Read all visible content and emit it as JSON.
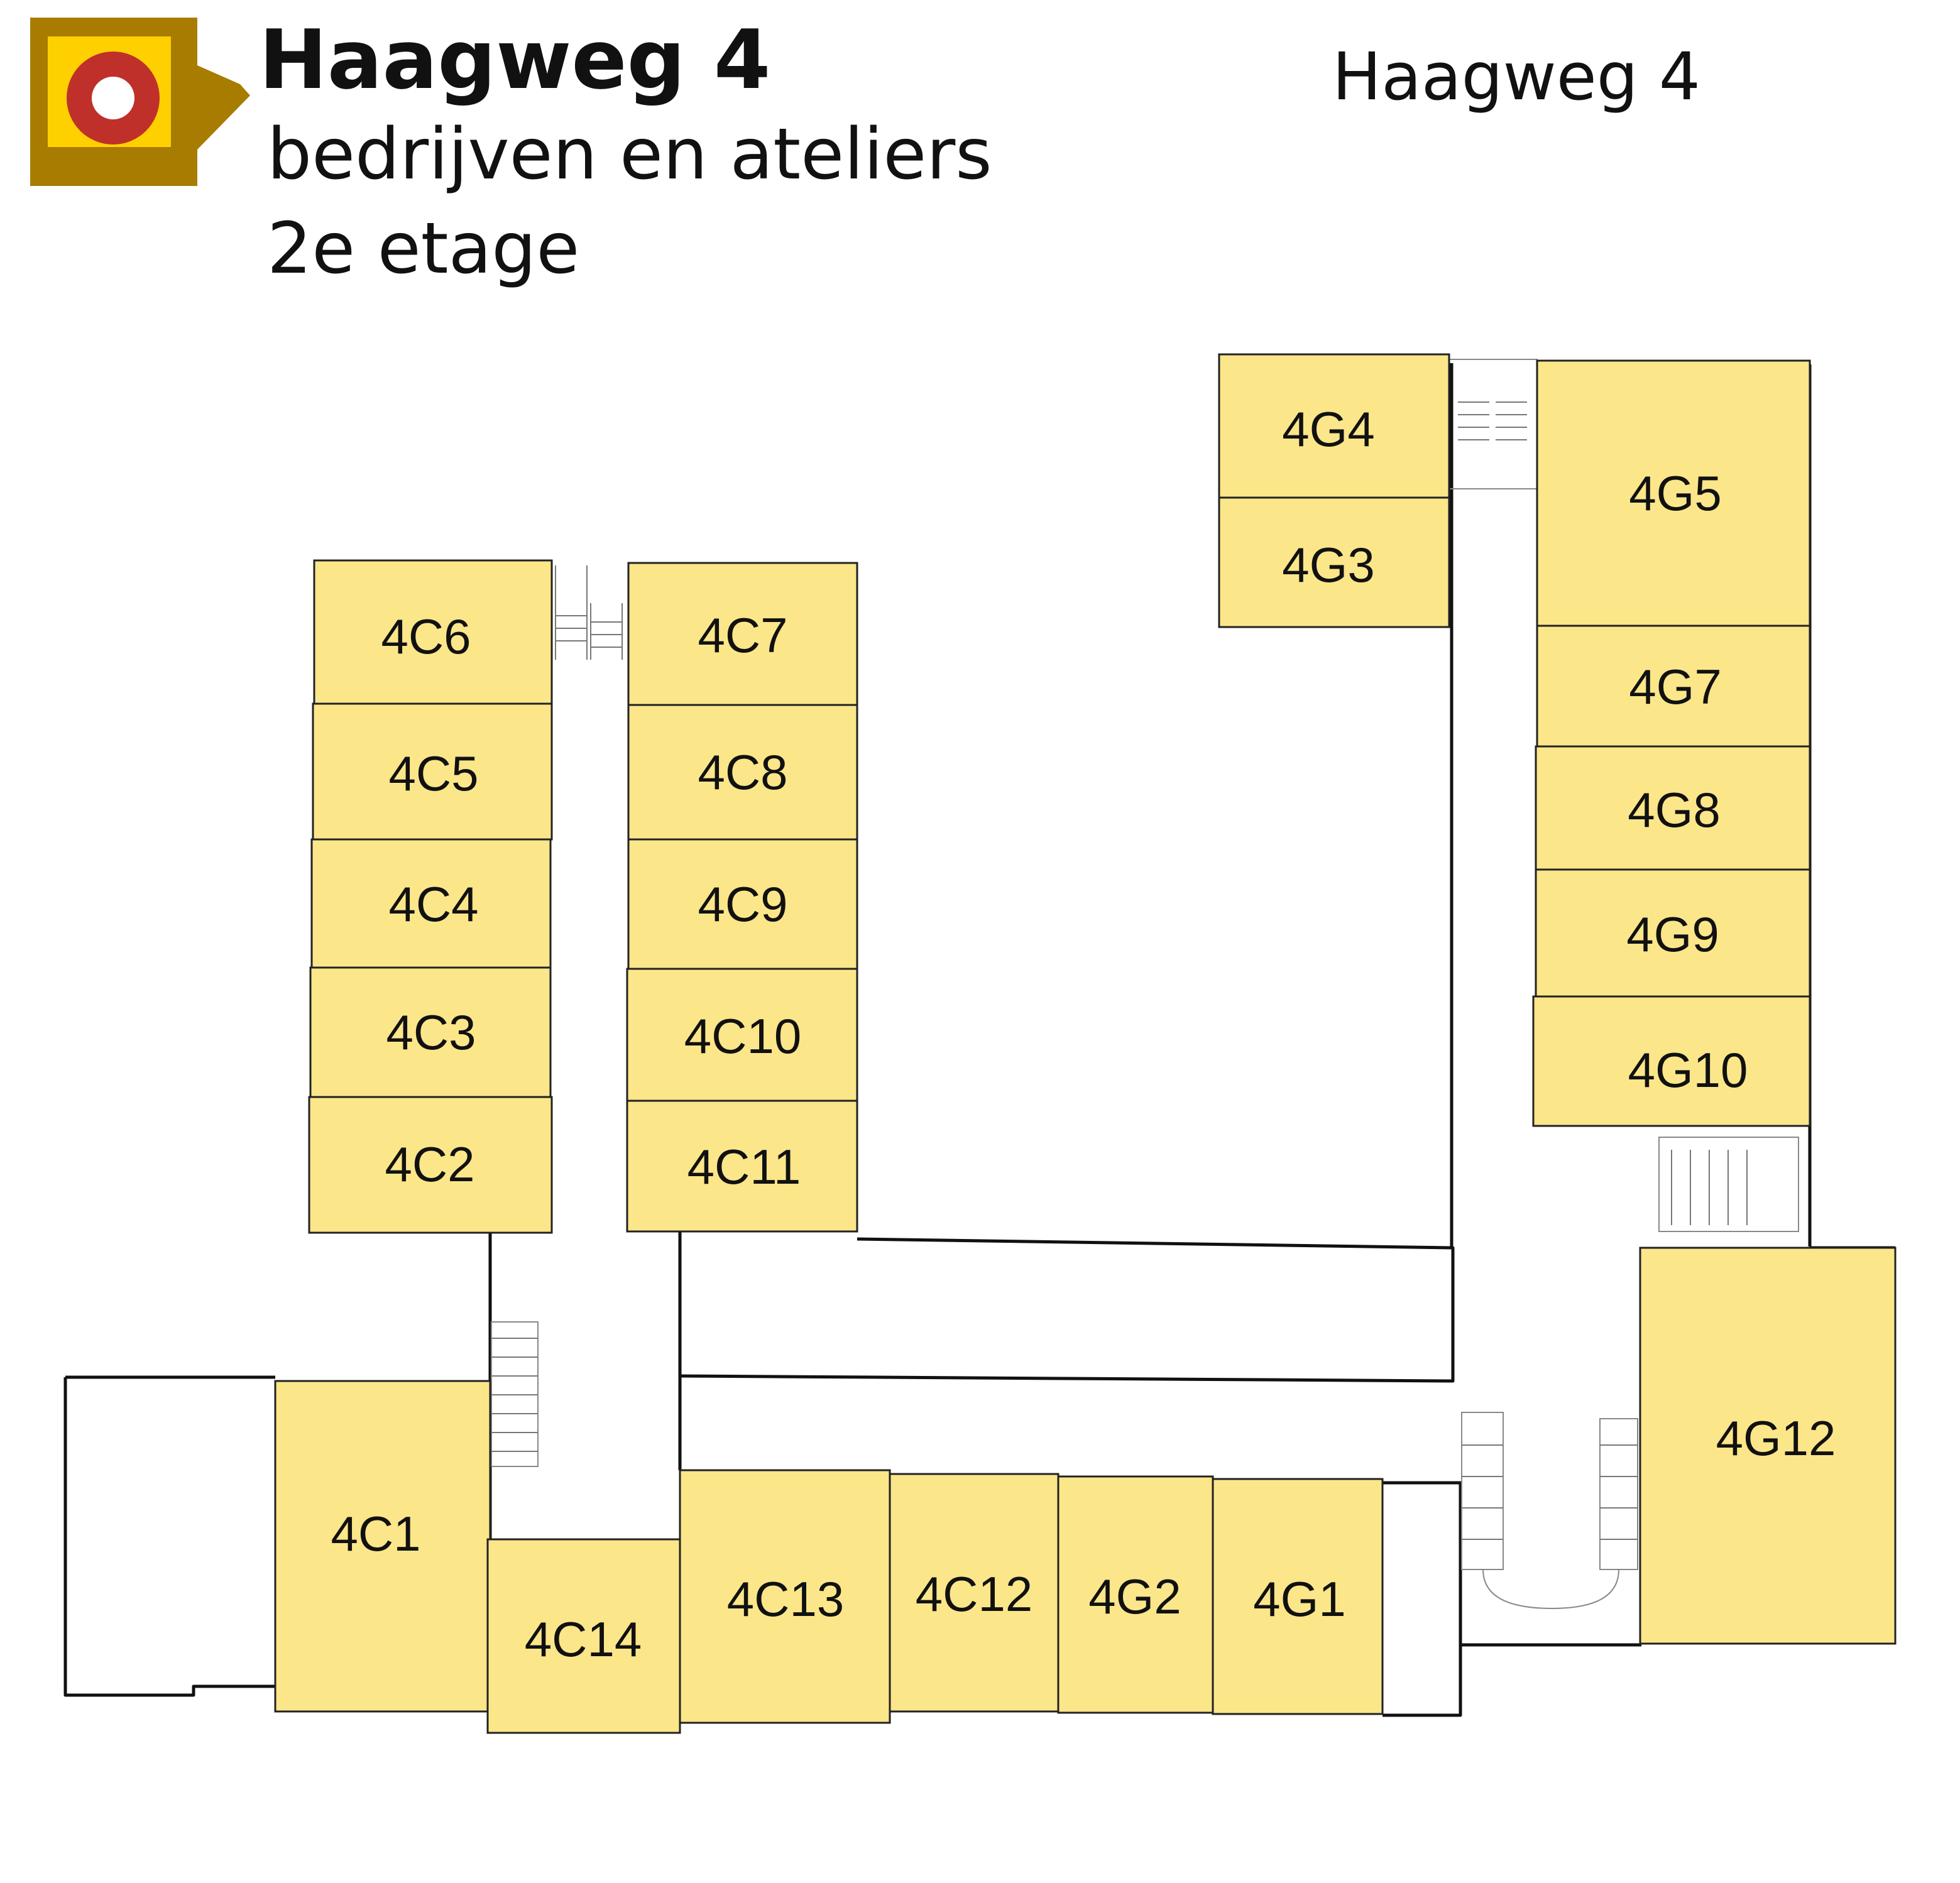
{
  "header": {
    "title": "Haagweg 4",
    "subtitle": "bedrijven en ateliers",
    "floor": "2e etage",
    "address": "Haagweg 4"
  },
  "colors": {
    "unit_fill": "#FCE68A",
    "logo_outer": "#A87C00",
    "logo_inner": "#FFD000",
    "logo_ring": "#C0302A",
    "walls": "#111111"
  },
  "units": {
    "c6": "4C6",
    "c5": "4C5",
    "c4": "4C4",
    "c3": "4C3",
    "c2": "4C2",
    "c7": "4C7",
    "c8": "4C8",
    "c9": "4C9",
    "c10": "4C10",
    "c11": "4C11",
    "c1": "4C1",
    "c14": "4C14",
    "c13": "4C13",
    "c12": "4C12",
    "g2": "4G2",
    "g1": "4G1",
    "g4": "4G4",
    "g3": "4G3",
    "g5": "4G5",
    "g7": "4G7",
    "g8": "4G8",
    "g9": "4G9",
    "g10": "4G10",
    "g12": "4G12"
  }
}
